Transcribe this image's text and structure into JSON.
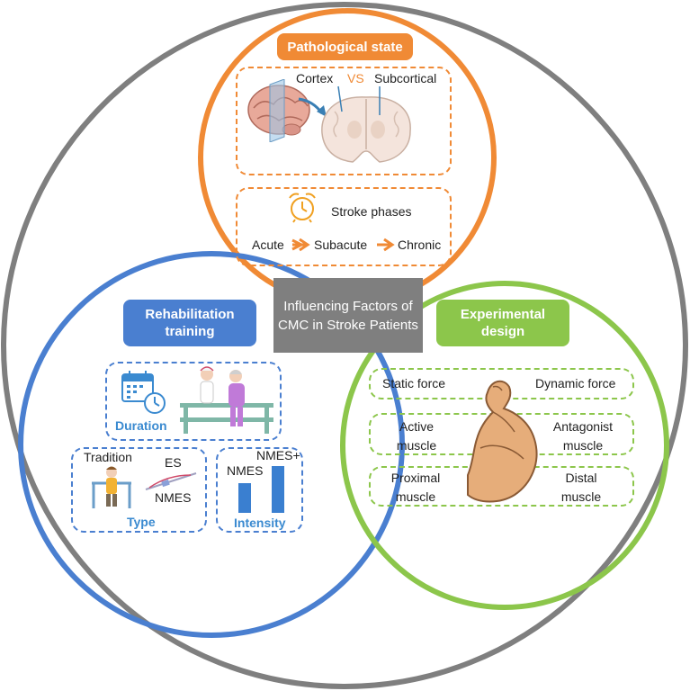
{
  "center_box": {
    "text": "Influencing Factors of CMC in Stroke Patients"
  },
  "pathological": {
    "title": "Pathological state",
    "cortex_label": "Cortex",
    "vs_label": "VS",
    "subcortical_label": "Subcortical",
    "stroke_phases_label": "Stroke phases",
    "phases": [
      "Acute",
      "Subacute",
      "Chronic"
    ],
    "color": "#f08a35"
  },
  "rehab": {
    "title": "Rehabilitation training",
    "duration_label": "Duration",
    "tradition_label": "Tradition",
    "es_label": "ES",
    "nmes_label": "NMES",
    "type_label": "Type",
    "intensity_nmes_label": "NMES",
    "intensity_nmes_plus_label": "NMES+",
    "intensity_label": "Intensity",
    "color": "#4a7fd0"
  },
  "experimental": {
    "title": "Experimental design",
    "static_force": "Static force",
    "dynamic_force": "Dynamic force",
    "active_muscle": "Active muscle",
    "antagonist_muscle": "Antagonist muscle",
    "proximal_muscle": "Proximal muscle",
    "distal_muscle": "Distal muscle",
    "color": "#8cc64b"
  },
  "outer_circle_color": "#7f7f7f"
}
